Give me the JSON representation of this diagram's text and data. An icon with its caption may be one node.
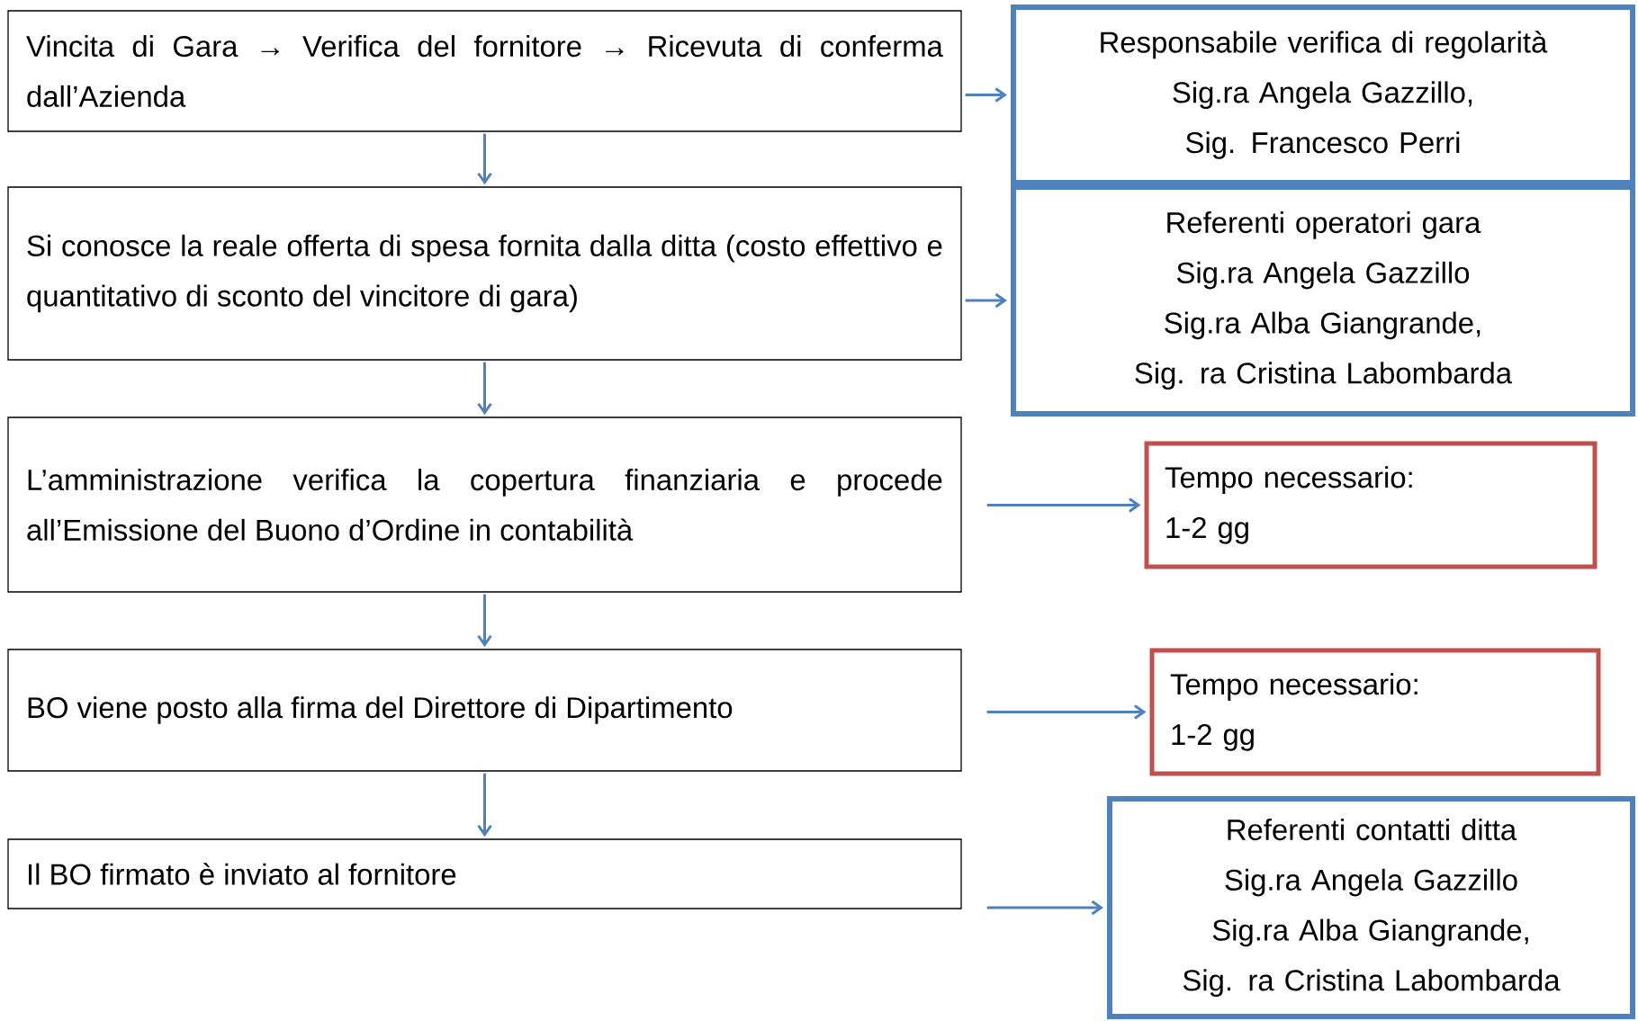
{
  "diagram": {
    "nodes": [
      {
        "text": [
          "Vincita di Gara → Verifica del fornitore → Ricevuta di conferma dall’Azienda"
        ]
      },
      {
        "text": [
          "Responsabile verifica di regolarità",
          "Sig.ra Angela Gazzillo, Sig. Francesco Perri"
        ]
      },
      {
        "text": [
          "Si conosce la reale offerta di spesa fornita dalla ditta (costo effettivo e quantitativo di sconto del vincitore di gara)"
        ]
      },
      {
        "text": [
          "Referenti operatori gara",
          "Sig.ra Angela Gazzillo",
          "Sig.ra Alba Giangrande,",
          "Sig. ra Cristina Labombarda"
        ]
      },
      {
        "text": [
          "L’amministrazione verifica la copertura finanziaria e procede all’Emissione del Buono d’Ordine in contabilità"
        ]
      },
      {
        "text": [
          "Tempo necessario:",
          "1-2 gg"
        ]
      },
      {
        "text": [
          "BO viene posto alla firma del Direttore di Dipartimento"
        ]
      },
      {
        "text": [
          "Tempo necessario:",
          "1-2 gg"
        ]
      },
      {
        "text": [
          "Il BO firmato è inviato al fornitore"
        ]
      },
      {
        "text": [
          "Referenti contatti  ditta",
          "Sig.ra Angela Gazzillo",
          "Sig.ra Alba Giangrande,",
          "Sig. ra Cristina Labombarda"
        ]
      }
    ],
    "edges": [
      {
        "from": 0,
        "to": 2,
        "arrow": "to"
      },
      {
        "from": 2,
        "to": 4,
        "arrow": "to"
      },
      {
        "from": 4,
        "to": 6,
        "arrow": "to"
      },
      {
        "from": 6,
        "to": 8,
        "arrow": "to"
      },
      {
        "from": 0,
        "to": 1,
        "arrow": "to"
      },
      {
        "from": 2,
        "to": 3,
        "arrow": "to"
      },
      {
        "from": 4,
        "to": 5,
        "arrow": "to"
      },
      {
        "from": 6,
        "to": 7,
        "arrow": "to"
      },
      {
        "from": 8,
        "to": 9,
        "arrow": "to"
      }
    ]
  }
}
